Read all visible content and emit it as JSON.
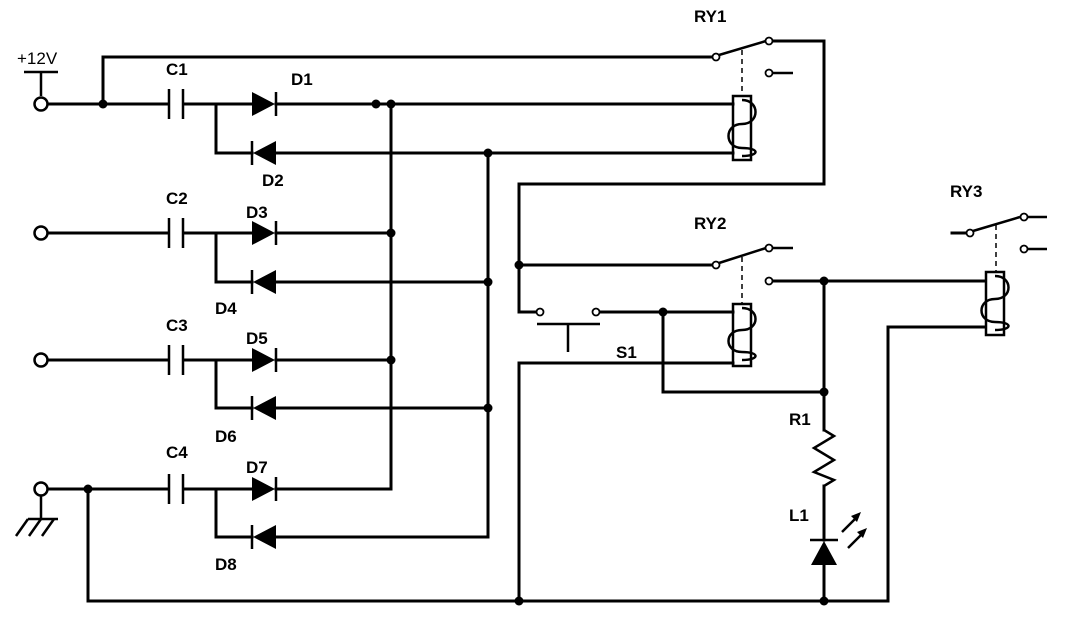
{
  "labels": {
    "vcc": "+12V",
    "c1": "C1",
    "c2": "C2",
    "c3": "C3",
    "c4": "C4",
    "d1": "D1",
    "d2": "D2",
    "d3": "D3",
    "d4": "D4",
    "d5": "D5",
    "d6": "D6",
    "d7": "D7",
    "d8": "D8",
    "ry1": "RY1",
    "ry2": "RY2",
    "ry3": "RY3",
    "s1": "S1",
    "r1": "R1",
    "l1": "L1"
  }
}
